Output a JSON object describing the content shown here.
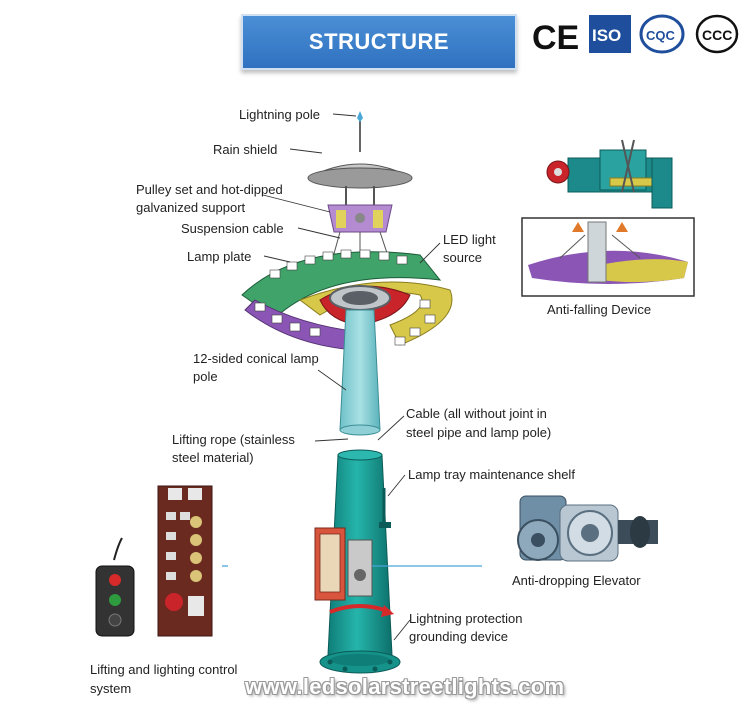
{
  "header": {
    "title": "STRUCTURE"
  },
  "certifications": [
    {
      "label": "CE"
    },
    {
      "label": "ISO"
    },
    {
      "label": "CQC"
    },
    {
      "label": "CCC"
    }
  ],
  "labels": {
    "lightning_pole": "Lightning pole",
    "rain_shield": "Rain shield",
    "pulley_line1": "Pulley set and hot-dipped",
    "pulley_line2": "galvanized support",
    "suspension_cable": "Suspension cable",
    "lamp_plate": "Lamp plate",
    "led_line1": "LED light",
    "led_line2": "source",
    "conical_line1": "12-sided conical lamp",
    "conical_line2": "pole",
    "cable_line1": "Cable (all without joint in",
    "cable_line2": "steel pipe and lamp pole)",
    "rope_line1": "Lifting rope (stainless",
    "rope_line2": "steel material)",
    "maintenance_shelf": "Lamp tray maintenance shelf",
    "protection_line1": "Lightning protection",
    "protection_line2": "grounding device",
    "control_line1": "Lifting and lighting control",
    "control_line2": "system"
  },
  "insets": {
    "anti_falling": "Anti-falling Device",
    "anti_dropping": "Anti-dropping Elevator"
  },
  "watermark": "www.ledsolarstreetlights.com",
  "colors": {
    "banner": "#3a7fcc",
    "pole": "#1aa39a",
    "pole_light": "#7ecfd3",
    "ring_green": "#3fa36a",
    "ring_yellow": "#d8c84a",
    "ring_purple": "#8a55b5",
    "ring_red": "#c8242a"
  }
}
